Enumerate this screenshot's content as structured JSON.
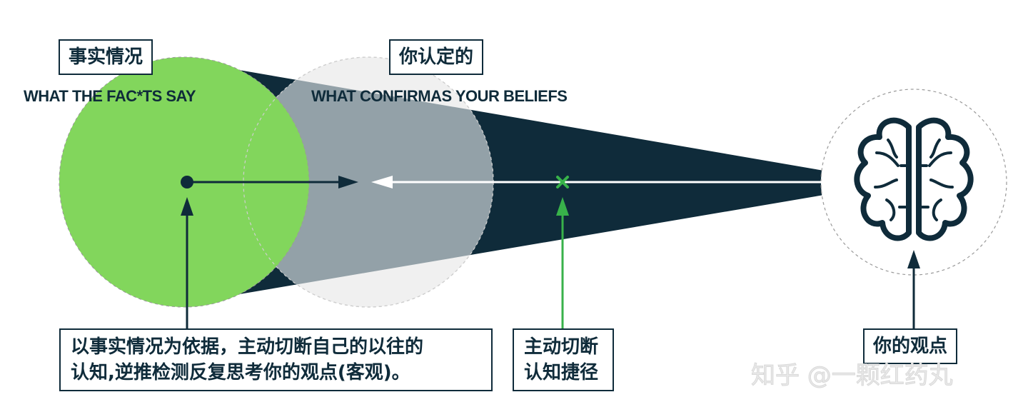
{
  "facts_label": "事实情况",
  "facts_caption": "WHAT THE FAC*TS SAY",
  "beliefs_label": "你认定的",
  "beliefs_caption": "WHAT CONFIRMAS YOUR BELIEFS",
  "brain_label": "你的观点",
  "shortcut_label": {
    "line1": "主动切断",
    "line2": "认知捷径"
  },
  "method_label": {
    "line1": "以事实情况为依据，主动切断自己的以往的",
    "line2": "认知,逆推检测反复思考你的观点(客观)。"
  },
  "watermark": "知乎 @一颗红药丸",
  "colors": {
    "navy": "#0f2b3a",
    "facts_green": "#82d65c",
    "beliefs_grey": "#93a1a8",
    "accent_green": "#38b24a"
  }
}
